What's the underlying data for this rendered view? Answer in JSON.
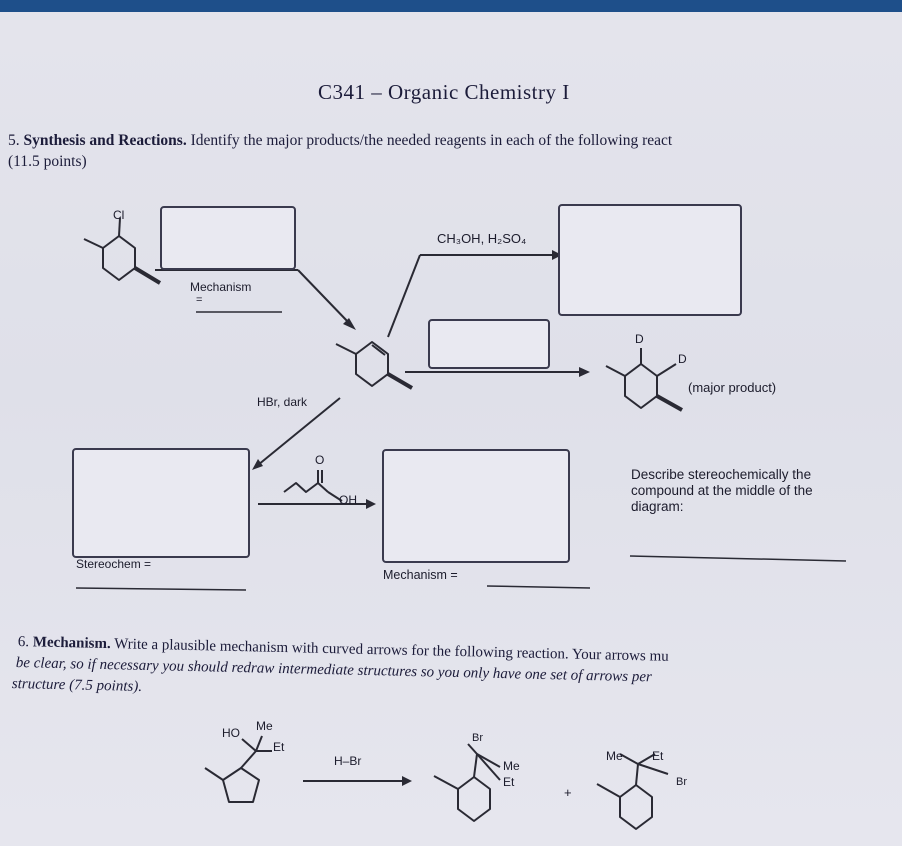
{
  "header": {
    "title": "C341 – Organic Chemistry I"
  },
  "q5": {
    "number": "5.",
    "heading": "Synthesis and Reactions.",
    "prompt": "Identify the major products/the needed reagents in each of the following react",
    "points": "(11.5 points)",
    "labels": {
      "cl": "Cl",
      "mechanism_top": "Mechanism",
      "mechanism_top_eq": "=",
      "reagent_methanol": "CH₃OH, H₂SO₄",
      "hbr_dark": "HBr, dark",
      "d_top": "D",
      "d_right": "D",
      "major_product": "(major product)",
      "ketone_o": "O",
      "ketone_oh": "OH",
      "describe": [
        "Describe stereochemically the",
        "compound at the middle of the",
        "diagram:"
      ],
      "stereochem": "Stereochem =",
      "mechanism_bottom": "Mechanism ="
    }
  },
  "q6": {
    "number": "6.",
    "heading": "Mechanism.",
    "line1": "Write a plausible mechanism with curved arrows for the following reaction.  Your arrows mu",
    "line2": "be clear, so if necessary you should redraw intermediate structures so you only have one set of arrows per",
    "line3": "structure (7.5 points).",
    "labels": {
      "ho": "HO",
      "me1": "Me",
      "et1": "Et",
      "hbr": "H–Br",
      "br1": "Br",
      "me2": "Me",
      "et2": "Et",
      "plus": "+",
      "me3": "Me",
      "et3": "Et",
      "br3": "Br"
    }
  }
}
